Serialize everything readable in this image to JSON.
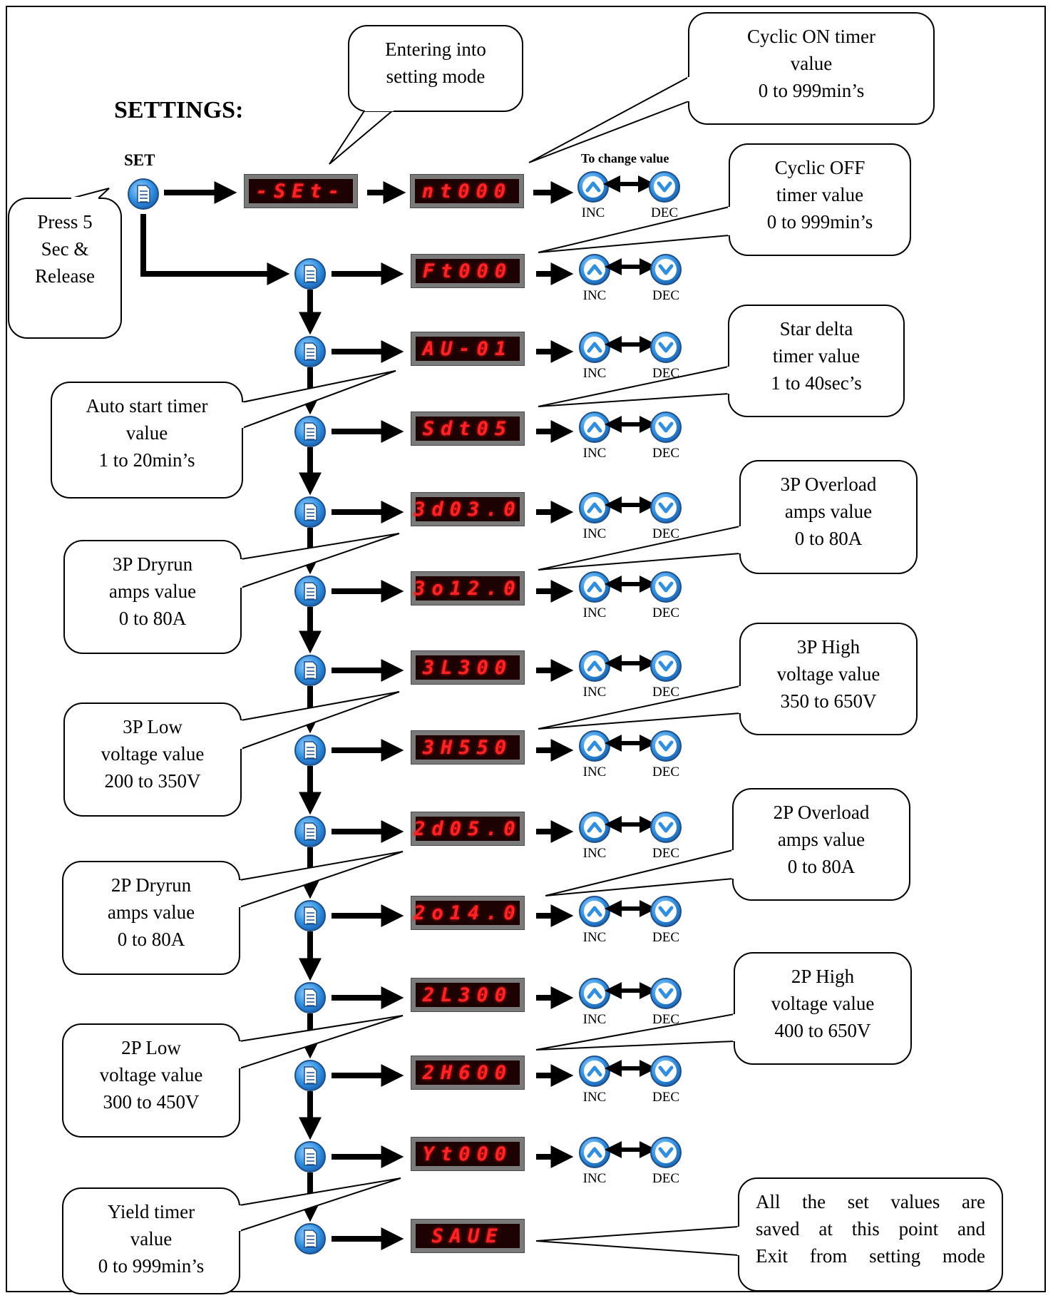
{
  "title": "SETTINGS:",
  "set_label": "SET",
  "to_change_label": "To change value",
  "inc_label": "INC",
  "dec_label": "DEC",
  "displays": [
    "-SEt-",
    "nt000",
    "Ft000",
    "AU-01",
    "Sdt05",
    "3d03.0",
    "3o12.0",
    "3L300",
    "3H550",
    "2d05.0",
    "2o14.0",
    "2L300",
    "2H600",
    "Yt000",
    "SAUE"
  ],
  "callouts": {
    "press": [
      "Press 5",
      "Sec &",
      "Release"
    ],
    "entering": [
      "Entering into",
      "setting mode"
    ],
    "cyclic_on": [
      "Cyclic ON timer",
      "value",
      "0 to 999min’s"
    ],
    "cyclic_off": [
      "Cyclic OFF",
      "timer value",
      "0 to 999min’s"
    ],
    "star_delta": [
      "Star delta",
      "timer value",
      "1 to 40sec’s"
    ],
    "auto_start": [
      "Auto start timer",
      "value",
      "1 to 20min’s"
    ],
    "overload_3p": [
      "3P Overload",
      "amps value",
      "0 to 80A"
    ],
    "dryrun_3p": [
      "3P Dryrun",
      "amps value",
      "0 to 80A"
    ],
    "high_3p": [
      "3P High",
      "voltage value",
      "350 to 650V"
    ],
    "low_3p": [
      "3P Low",
      "voltage value",
      "200 to 350V"
    ],
    "overload_2p": [
      "2P Overload",
      "amps value",
      "0 to 80A"
    ],
    "dryrun_2p": [
      "2P Dryrun",
      "amps value",
      "0 to 80A"
    ],
    "high_2p": [
      "2P High",
      "voltage value",
      "400 to 650V"
    ],
    "low_2p": [
      "2P Low",
      "voltage value",
      "300 to 450V"
    ],
    "yield": [
      "Yield timer",
      "value",
      "0 to 999min’s"
    ],
    "save": [
      "All the set values are",
      "saved at this point and",
      "Exit from setting mode"
    ]
  }
}
